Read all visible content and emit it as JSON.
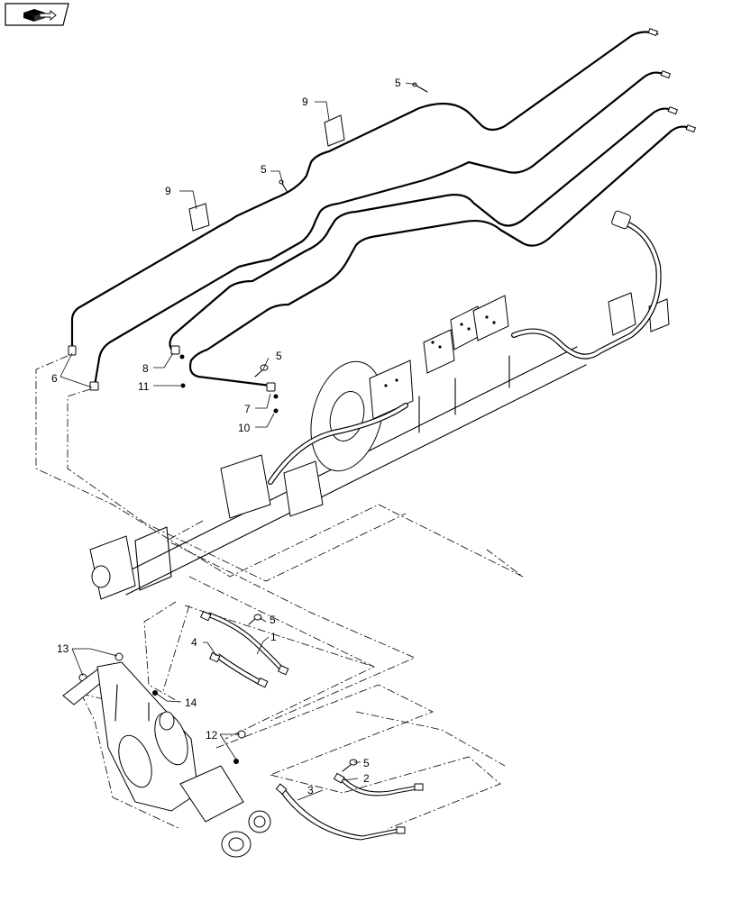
{
  "nav_icon": {
    "name": "book-arrow-icon"
  },
  "callouts": {
    "c1": "1",
    "c2": "2",
    "c3": "3",
    "c4": "4",
    "c5a": "5",
    "c5b": "5",
    "c5c": "5",
    "c5d": "5",
    "c5e": "5",
    "c6": "6",
    "c7": "7",
    "c8": "8",
    "c9a": "9",
    "c9b": "9",
    "c10": "10",
    "c11": "11",
    "c12": "12",
    "c13": "13",
    "c14": "14"
  }
}
